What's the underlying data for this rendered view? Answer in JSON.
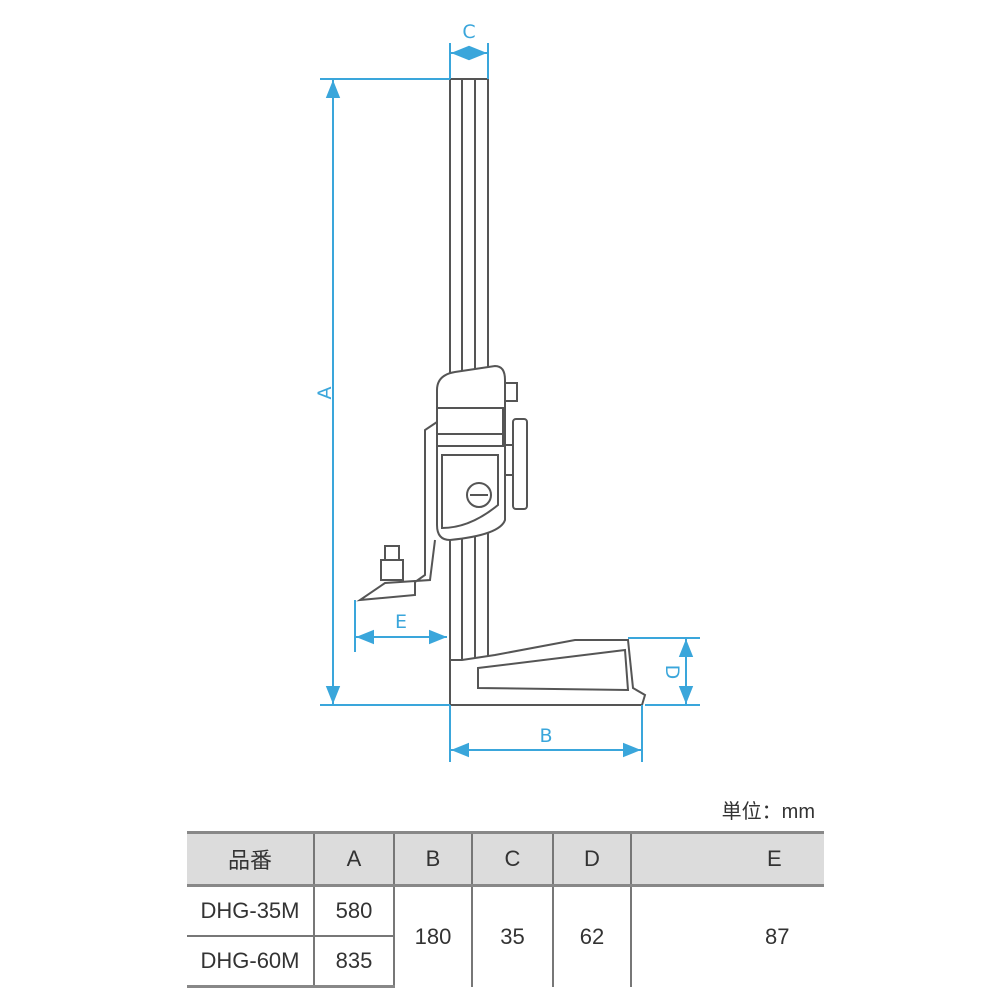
{
  "dimensions": {
    "a": "A",
    "b": "B",
    "c": "C",
    "d": "D",
    "e": "E"
  },
  "unit_label": "単位：mm",
  "table": {
    "headers": [
      "品番",
      "A",
      "B",
      "C",
      "D",
      "E"
    ],
    "rows": [
      {
        "model": "DHG-35M",
        "a": "580"
      },
      {
        "model": "DHG-60M",
        "a": "835"
      }
    ],
    "shared": {
      "b": "180",
      "c": "35",
      "d": "62",
      "e": "87"
    }
  },
  "colors": {
    "dimension": "#3aa6db",
    "outline": "#555555",
    "header_bg": "#dcdcdc"
  }
}
